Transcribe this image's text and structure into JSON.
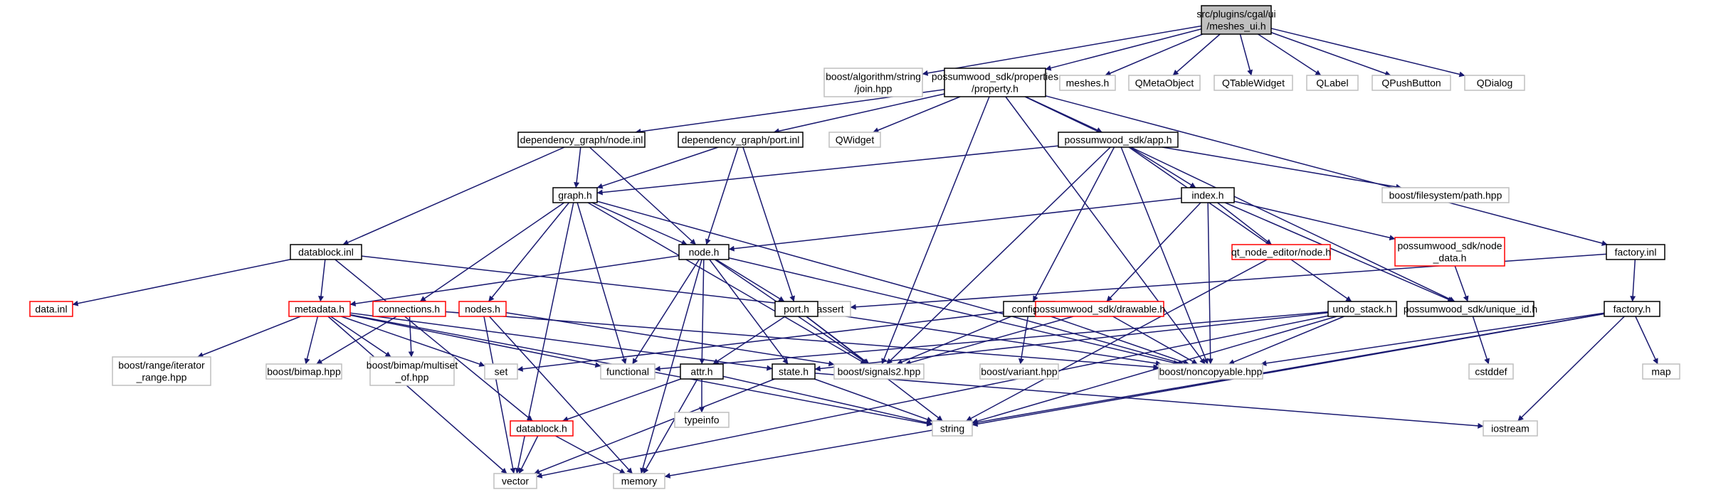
{
  "colors": {
    "edge": "#191970",
    "border_normal": "#000000",
    "border_external": "#bfbfbf",
    "border_truncated": "#ff0000",
    "root_fill": "#bfbfbf",
    "text": "#000000"
  },
  "nodes": [
    {
      "id": "root",
      "lines": [
        "src/plugins/cgal/ui",
        "/meshes_ui.h"
      ],
      "style": "root"
    },
    {
      "id": "boost_join",
      "lines": [
        "boost/algorithm/string",
        "/join.hpp"
      ],
      "style": "external"
    },
    {
      "id": "property",
      "lines": [
        "possumwood_sdk/properties",
        "/property.h"
      ],
      "style": "normal"
    },
    {
      "id": "meshes",
      "lines": [
        "meshes.h"
      ],
      "style": "external"
    },
    {
      "id": "qmetaobject",
      "lines": [
        "QMetaObject"
      ],
      "style": "external"
    },
    {
      "id": "qtablewidget",
      "lines": [
        "QTableWidget"
      ],
      "style": "external"
    },
    {
      "id": "qlabel",
      "lines": [
        "QLabel"
      ],
      "style": "external"
    },
    {
      "id": "qpushbutton",
      "lines": [
        "QPushButton"
      ],
      "style": "external"
    },
    {
      "id": "qdialog",
      "lines": [
        "QDialog"
      ],
      "style": "external"
    },
    {
      "id": "node_inl",
      "lines": [
        "dependency_graph/node.inl"
      ],
      "style": "normal"
    },
    {
      "id": "port_inl",
      "lines": [
        "dependency_graph/port.inl"
      ],
      "style": "normal"
    },
    {
      "id": "qwidget",
      "lines": [
        "QWidget"
      ],
      "style": "external"
    },
    {
      "id": "app",
      "lines": [
        "possumwood_sdk/app.h"
      ],
      "style": "normal"
    },
    {
      "id": "graph",
      "lines": [
        "graph.h"
      ],
      "style": "normal"
    },
    {
      "id": "index",
      "lines": [
        "index.h"
      ],
      "style": "normal"
    },
    {
      "id": "fs_path",
      "lines": [
        "boost/filesystem/path.hpp"
      ],
      "style": "external"
    },
    {
      "id": "datablock_inl",
      "lines": [
        "datablock.inl"
      ],
      "style": "normal"
    },
    {
      "id": "node_h",
      "lines": [
        "node.h"
      ],
      "style": "normal"
    },
    {
      "id": "qt_node",
      "lines": [
        "qt_node_editor/node.h"
      ],
      "style": "truncated"
    },
    {
      "id": "node_data",
      "lines": [
        "possumwood_sdk/node",
        "_data.h"
      ],
      "style": "truncated"
    },
    {
      "id": "factory_inl",
      "lines": [
        "factory.inl"
      ],
      "style": "normal"
    },
    {
      "id": "data_inl",
      "lines": [
        "data.inl"
      ],
      "style": "truncated"
    },
    {
      "id": "metadata",
      "lines": [
        "metadata.h"
      ],
      "style": "truncated"
    },
    {
      "id": "connections",
      "lines": [
        "connections.h"
      ],
      "style": "truncated"
    },
    {
      "id": "nodes_h",
      "lines": [
        "nodes.h"
      ],
      "style": "truncated"
    },
    {
      "id": "cassert",
      "lines": [
        "cassert"
      ],
      "style": "external"
    },
    {
      "id": "port_h",
      "lines": [
        "port.h"
      ],
      "style": "normal"
    },
    {
      "id": "config",
      "lines": [
        "config.h"
      ],
      "style": "normal"
    },
    {
      "id": "drawable",
      "lines": [
        "possumwood_sdk/drawable.h"
      ],
      "style": "truncated"
    },
    {
      "id": "undo",
      "lines": [
        "undo_stack.h"
      ],
      "style": "normal"
    },
    {
      "id": "unique_id",
      "lines": [
        "possumwood_sdk/unique_id.h"
      ],
      "style": "normal"
    },
    {
      "id": "factory_h",
      "lines": [
        "factory.h"
      ],
      "style": "normal"
    },
    {
      "id": "boost_range",
      "lines": [
        "boost/range/iterator",
        "_range.hpp"
      ],
      "style": "external"
    },
    {
      "id": "bimap",
      "lines": [
        "boost/bimap.hpp"
      ],
      "style": "external"
    },
    {
      "id": "bimap_multi",
      "lines": [
        "boost/bimap/multiset",
        "_of.hpp"
      ],
      "style": "external"
    },
    {
      "id": "set",
      "lines": [
        "set"
      ],
      "style": "external"
    },
    {
      "id": "functional",
      "lines": [
        "functional"
      ],
      "style": "external"
    },
    {
      "id": "attr_h",
      "lines": [
        "attr.h"
      ],
      "style": "normal"
    },
    {
      "id": "state_h",
      "lines": [
        "state.h"
      ],
      "style": "normal"
    },
    {
      "id": "signals2",
      "lines": [
        "boost/signals2.hpp"
      ],
      "style": "external"
    },
    {
      "id": "noncopyable",
      "lines": [
        "boost/noncopyable.hpp"
      ],
      "style": "external"
    },
    {
      "id": "variant",
      "lines": [
        "boost/variant.hpp"
      ],
      "style": "external"
    },
    {
      "id": "cstddef",
      "lines": [
        "cstddef"
      ],
      "style": "external"
    },
    {
      "id": "map",
      "lines": [
        "map"
      ],
      "style": "external"
    },
    {
      "id": "typeinfo",
      "lines": [
        "typeinfo"
      ],
      "style": "external"
    },
    {
      "id": "datablock_h",
      "lines": [
        "datablock.h"
      ],
      "style": "truncated"
    },
    {
      "id": "string",
      "lines": [
        "string"
      ],
      "style": "external"
    },
    {
      "id": "iostream",
      "lines": [
        "iostream"
      ],
      "style": "external"
    },
    {
      "id": "vector",
      "lines": [
        "vector"
      ],
      "style": "external"
    },
    {
      "id": "memory",
      "lines": [
        "memory"
      ],
      "style": "external"
    }
  ],
  "edges": [
    [
      "root",
      "boost_join"
    ],
    [
      "root",
      "property"
    ],
    [
      "root",
      "meshes"
    ],
    [
      "root",
      "qmetaobject"
    ],
    [
      "root",
      "qtablewidget"
    ],
    [
      "root",
      "qlabel"
    ],
    [
      "root",
      "qpushbutton"
    ],
    [
      "root",
      "qdialog"
    ],
    [
      "property",
      "node_inl"
    ],
    [
      "property",
      "port_inl"
    ],
    [
      "property",
      "qwidget"
    ],
    [
      "property",
      "app"
    ],
    [
      "property",
      "signals2"
    ],
    [
      "property",
      "noncopyable"
    ],
    [
      "property",
      "factory_inl"
    ],
    [
      "property",
      "unique_id"
    ],
    [
      "node_inl",
      "graph"
    ],
    [
      "node_inl",
      "datablock_inl"
    ],
    [
      "node_inl",
      "node_h"
    ],
    [
      "port_inl",
      "graph"
    ],
    [
      "port_inl",
      "node_h"
    ],
    [
      "port_inl",
      "port_h"
    ],
    [
      "app",
      "graph"
    ],
    [
      "app",
      "index"
    ],
    [
      "app",
      "fs_path"
    ],
    [
      "app",
      "config"
    ],
    [
      "app",
      "undo"
    ],
    [
      "app",
      "signals2"
    ],
    [
      "app",
      "noncopyable"
    ],
    [
      "graph",
      "node_h"
    ],
    [
      "graph",
      "connections"
    ],
    [
      "graph",
      "nodes_h"
    ],
    [
      "graph",
      "functional"
    ],
    [
      "graph",
      "signals2"
    ],
    [
      "graph",
      "noncopyable"
    ],
    [
      "graph",
      "vector"
    ],
    [
      "index",
      "node_h"
    ],
    [
      "index",
      "qt_node"
    ],
    [
      "index",
      "node_data"
    ],
    [
      "index",
      "drawable"
    ],
    [
      "index",
      "unique_id"
    ],
    [
      "index",
      "noncopyable"
    ],
    [
      "datablock_inl",
      "data_inl"
    ],
    [
      "datablock_inl",
      "metadata"
    ],
    [
      "datablock_inl",
      "cassert"
    ],
    [
      "datablock_inl",
      "datablock_h"
    ],
    [
      "node_h",
      "metadata"
    ],
    [
      "node_h",
      "port_h"
    ],
    [
      "node_h",
      "attr_h"
    ],
    [
      "node_h",
      "state_h"
    ],
    [
      "node_h",
      "signals2"
    ],
    [
      "node_h",
      "noncopyable"
    ],
    [
      "node_h",
      "functional"
    ],
    [
      "node_h",
      "memory"
    ],
    [
      "qt_node",
      "string"
    ],
    [
      "node_data",
      "unique_id"
    ],
    [
      "factory_inl",
      "cassert"
    ],
    [
      "factory_inl",
      "factory_h"
    ],
    [
      "metadata",
      "boost_range"
    ],
    [
      "metadata",
      "bimap"
    ],
    [
      "metadata",
      "bimap_multi"
    ],
    [
      "metadata",
      "set"
    ],
    [
      "metadata",
      "functional"
    ],
    [
      "metadata",
      "state_h"
    ],
    [
      "metadata",
      "string"
    ],
    [
      "metadata",
      "vector"
    ],
    [
      "connections",
      "bimap"
    ],
    [
      "connections",
      "bimap_multi"
    ],
    [
      "connections",
      "noncopyable"
    ],
    [
      "nodes_h",
      "signals2"
    ],
    [
      "nodes_h",
      "vector"
    ],
    [
      "nodes_h",
      "memory"
    ],
    [
      "port_h",
      "attr_h"
    ],
    [
      "port_h",
      "signals2"
    ],
    [
      "port_h",
      "noncopyable"
    ],
    [
      "port_h",
      "string"
    ],
    [
      "config",
      "set"
    ],
    [
      "config",
      "signals2"
    ],
    [
      "config",
      "variant"
    ],
    [
      "config",
      "noncopyable"
    ],
    [
      "drawable",
      "signals2"
    ],
    [
      "drawable",
      "noncopyable"
    ],
    [
      "undo",
      "functional"
    ],
    [
      "undo",
      "noncopyable"
    ],
    [
      "undo",
      "string"
    ],
    [
      "undo",
      "vector"
    ],
    [
      "undo",
      "state_h"
    ],
    [
      "unique_id",
      "cstddef"
    ],
    [
      "factory_h",
      "noncopyable"
    ],
    [
      "factory_h",
      "map"
    ],
    [
      "factory_h",
      "string"
    ],
    [
      "factory_h",
      "iostream"
    ],
    [
      "factory_h",
      "memory"
    ],
    [
      "attr_h",
      "typeinfo"
    ],
    [
      "attr_h",
      "datablock_h"
    ],
    [
      "attr_h",
      "string"
    ],
    [
      "attr_h",
      "memory"
    ],
    [
      "state_h",
      "string"
    ],
    [
      "state_h",
      "iostream"
    ],
    [
      "state_h",
      "vector"
    ],
    [
      "datablock_h",
      "vector"
    ],
    [
      "datablock_h",
      "memory"
    ]
  ]
}
